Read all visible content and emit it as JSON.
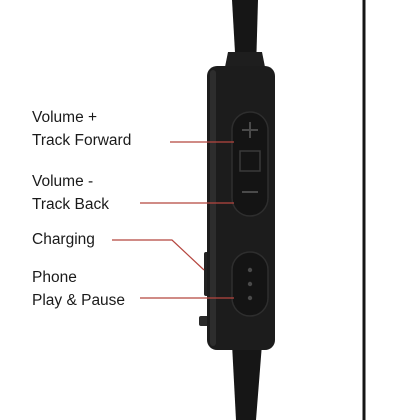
{
  "labels": {
    "volume_up": {
      "line1": "Volume +",
      "line2": "Track Forward"
    },
    "volume_down": {
      "line1": "Volume -",
      "line2": "Track Back"
    },
    "charging": {
      "line1": "Charging"
    },
    "phone": {
      "line1": "Phone",
      "line2": "Play & Pause"
    }
  },
  "colors": {
    "leader_line": "#b5463f",
    "device_body": "#1c1c1c",
    "cable": "#151515",
    "background": "#ffffff"
  }
}
